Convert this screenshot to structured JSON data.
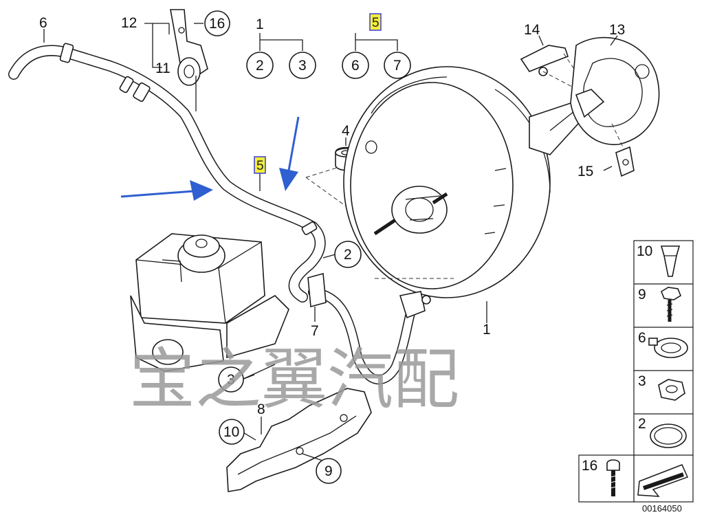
{
  "callouts": {
    "c1_top": "1",
    "c2_top": "2",
    "c3_top": "3",
    "c5_top": "5",
    "c6_top": "6",
    "c7_top": "7",
    "c4": "4",
    "c5_mid": "5",
    "c6_hose": "6",
    "c11": "11",
    "c12": "12",
    "c16": "16",
    "c14": "14",
    "c13": "13",
    "c15": "15",
    "c1_booster": "1",
    "c2_pipe": "2",
    "c7_clip": "7",
    "c3_master": "3",
    "c8": "8",
    "c10_bracket": "10",
    "c9_bracket": "9"
  },
  "sidebar": {
    "items": [
      {
        "number": "10",
        "icon": "expanding-nut-icon"
      },
      {
        "number": "9",
        "icon": "hex-screw-icon"
      },
      {
        "number": "6",
        "icon": "hose-clamp-icon"
      },
      {
        "number": "3",
        "icon": "hex-nut-icon"
      },
      {
        "number": "2",
        "icon": "o-ring-icon"
      },
      {
        "number": "16",
        "icon": "bolt-icon"
      }
    ],
    "arrow_icon": "direction-arrow-icon"
  },
  "watermark": "宝之翼汽配",
  "diagram_code": "00164050",
  "colors": {
    "highlight": "#f2ee3a",
    "highlight_border": "#3a3ad8",
    "arrow": "#2f5fd0",
    "watermark": "#9a9a9a"
  }
}
